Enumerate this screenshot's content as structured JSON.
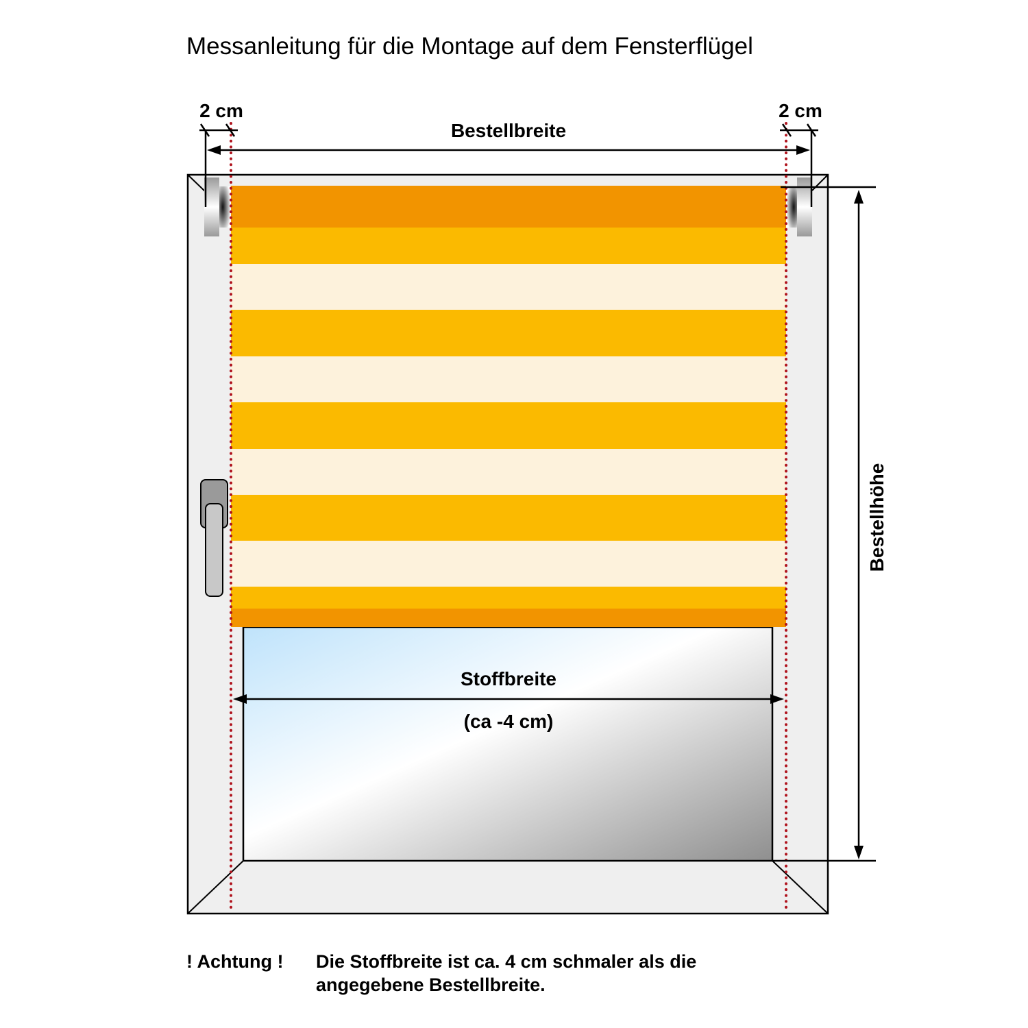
{
  "title": "Messanleitung für die Montage auf dem Fensterflügel",
  "labels": {
    "left_margin": "2 cm",
    "right_margin": "2 cm",
    "order_width": "Bestellbreite",
    "order_height": "Bestellhöhe",
    "fabric_width": "Stoffbreite",
    "fabric_width_note": "(ca -4 cm)"
  },
  "notice": {
    "prefix": "! Achtung !",
    "line1": "Die Stoffbreite ist ca. 4 cm schmaler als die",
    "line2": "angegebene Bestellbreite."
  },
  "colors": {
    "dark_orange": "#F29400",
    "yellow": "#FBBA00",
    "cream": "#FDF2DC",
    "dotted_line": "#B0141E",
    "frame": "#EFEFEF"
  }
}
